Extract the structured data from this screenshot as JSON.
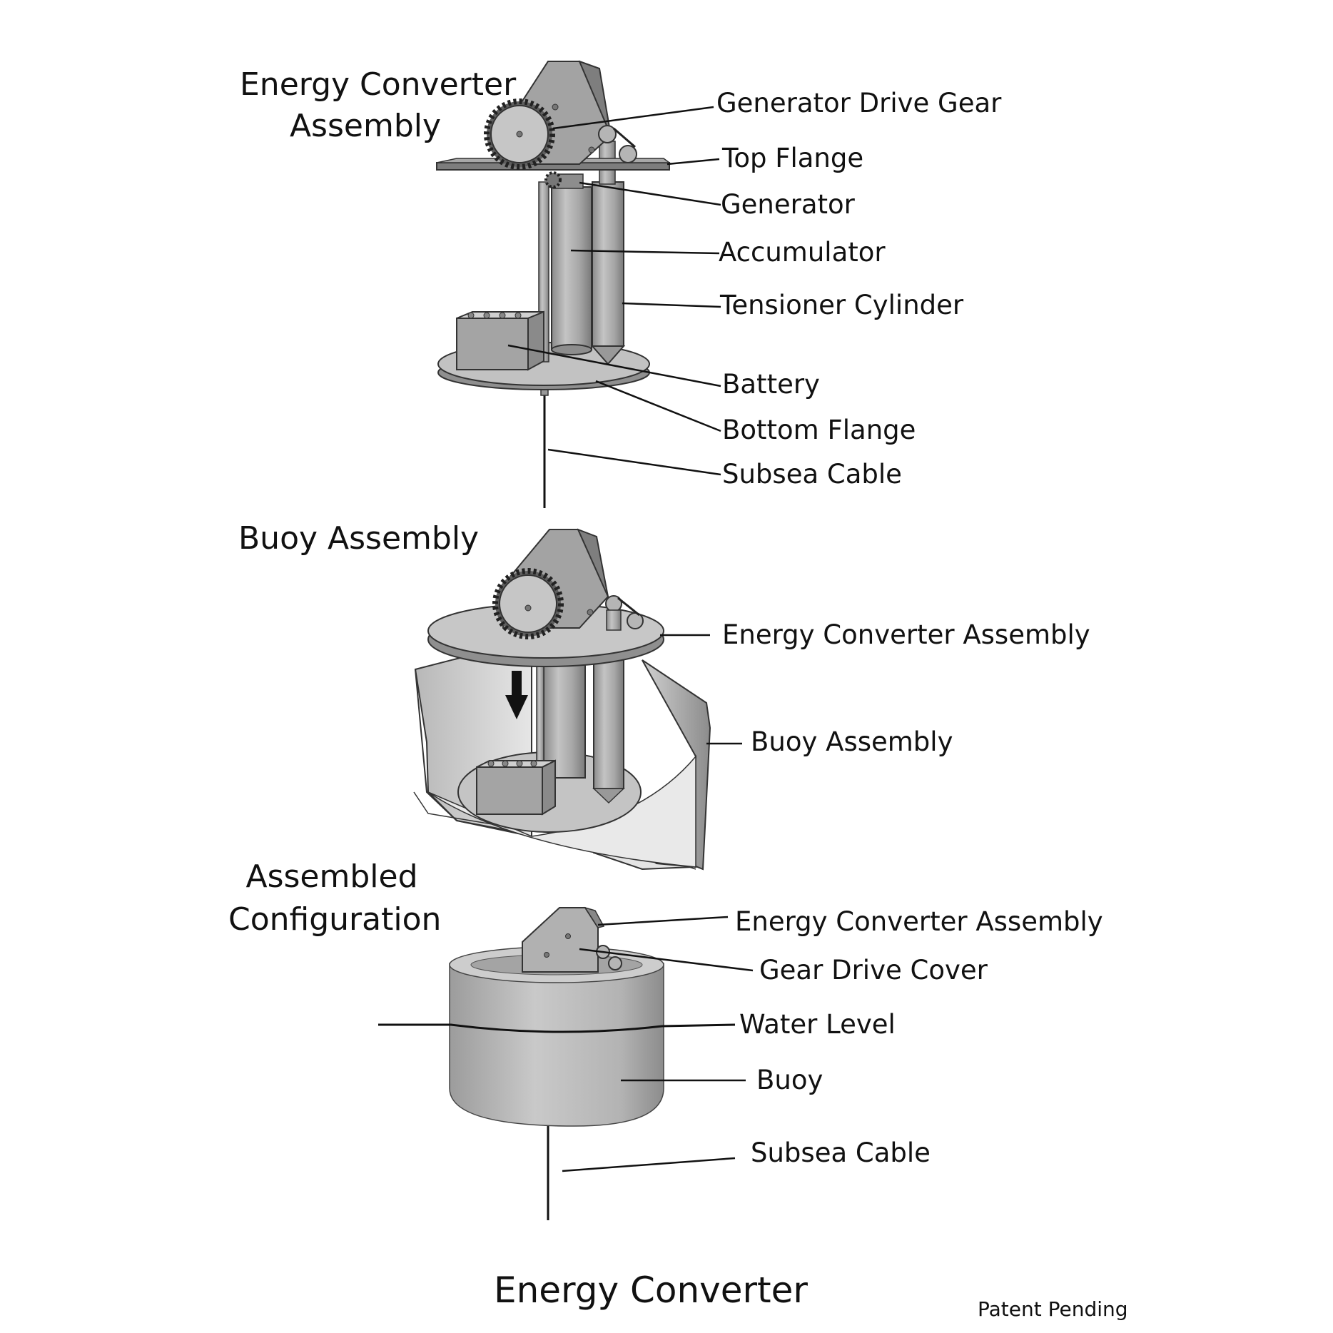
{
  "sections": {
    "energy_converter_assembly": {
      "heading_line1": "Energy Converter",
      "heading_line2": "Assembly",
      "labels": {
        "generator_drive_gear": "Generator Drive Gear",
        "top_flange": "Top Flange",
        "generator": "Generator",
        "accumulator": "Accumulator",
        "tensioner_cylinder": "Tensioner Cylinder",
        "battery": "Battery",
        "bottom_flange": "Bottom Flange",
        "subsea_cable": "Subsea Cable"
      }
    },
    "buoy_assembly": {
      "heading": "Buoy Assembly",
      "labels": {
        "energy_converter_assembly": "Energy Converter Assembly",
        "buoy_assembly": "Buoy Assembly"
      }
    },
    "assembled_configuration": {
      "heading_line1": "Assembled",
      "heading_line2": "Configuration",
      "labels": {
        "energy_converter_assembly": "Energy Converter Assembly",
        "gear_drive_cover": "Gear Drive Cover",
        "water_level": "Water Level",
        "buoy": "Buoy",
        "subsea_cable": "Subsea Cable"
      }
    }
  },
  "footer": {
    "title": "Energy Converter",
    "note": "Patent Pending"
  },
  "colors": {
    "metal": "#a9a9a9",
    "metal_dark": "#7e7e7e",
    "metal_light": "#d2d2d2",
    "outline": "#333333",
    "text": "#111111"
  }
}
